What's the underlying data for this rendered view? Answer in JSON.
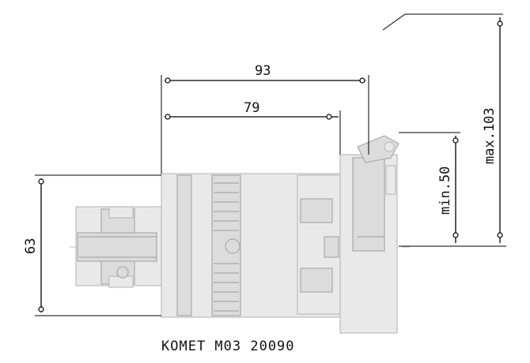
{
  "dimensions": {
    "length_total": "93",
    "length_shank": "79",
    "diameter": "63",
    "min_radius": "min.50",
    "max_radius": "max.103"
  },
  "caption": "KOMET M03 20090"
}
